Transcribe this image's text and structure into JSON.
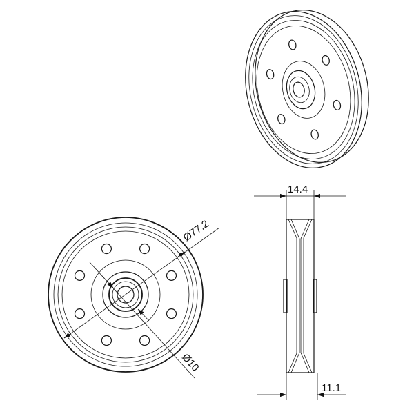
{
  "drawing": {
    "views": [
      "isometric-view",
      "front-view",
      "side-view"
    ],
    "dimensions": {
      "outer_diameter": "Ø77.2",
      "bore_diameter": "Ø10",
      "overall_width": "14.4",
      "hub_width": "11.1"
    },
    "line_color": "#1a1a1a",
    "background_color": "#ffffff"
  }
}
